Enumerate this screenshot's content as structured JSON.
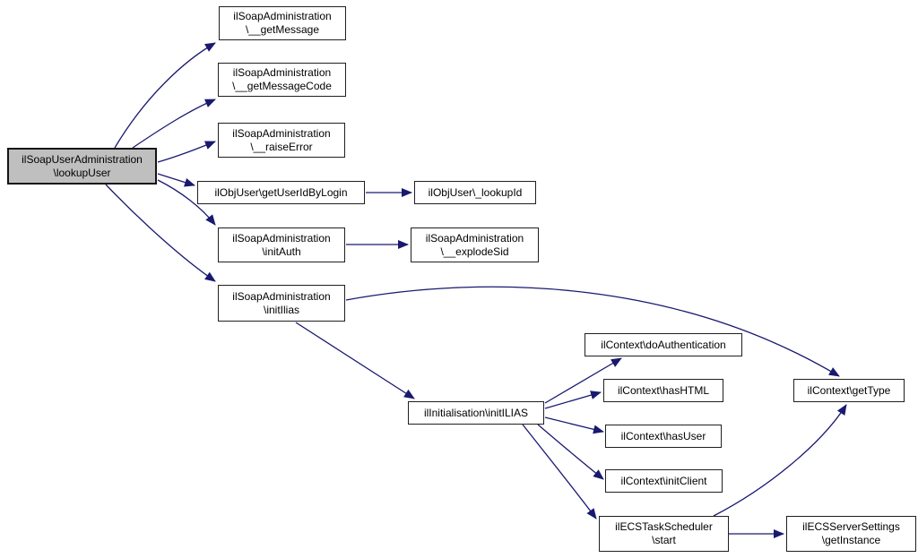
{
  "diagram": {
    "type": "call-graph",
    "edge_color": "#191970",
    "node_fill": "#ffffff",
    "node_border_color": "#1f1f1f",
    "highlight_node_fill": "#bfbfbf",
    "nodes": {
      "lookupUser": {
        "line1": "ilSoapUserAdministration",
        "line2": "\\lookupUser"
      },
      "getMessage": {
        "line1": "ilSoapAdministration",
        "line2": "\\__getMessage"
      },
      "getMessageCode": {
        "line1": "ilSoapAdministration",
        "line2": "\\__getMessageCode"
      },
      "raiseError": {
        "line1": "ilSoapAdministration",
        "line2": "\\__raiseError"
      },
      "getUserIdByLogin": {
        "line1": "ilObjUser\\getUserIdByLogin"
      },
      "lookupId": {
        "line1": "ilObjUser\\_lookupId"
      },
      "initAuth": {
        "line1": "ilSoapAdministration",
        "line2": "\\initAuth"
      },
      "explodeSid": {
        "line1": "ilSoapAdministration",
        "line2": "\\__explodeSid"
      },
      "initIlias": {
        "line1": "ilSoapAdministration",
        "line2": "\\initIlias"
      },
      "initILIAS": {
        "line1": "ilInitialisation\\initILIAS"
      },
      "doAuthentication": {
        "line1": "ilContext\\doAuthentication"
      },
      "hasHTML": {
        "line1": "ilContext\\hasHTML"
      },
      "hasUser": {
        "line1": "ilContext\\hasUser"
      },
      "initClient": {
        "line1": "ilContext\\initClient"
      },
      "start": {
        "line1": "ilECSTaskScheduler",
        "line2": "\\start"
      },
      "getInstance": {
        "line1": "ilECSServerSettings",
        "line2": "\\getInstance"
      },
      "getType": {
        "line1": "ilContext\\getType"
      }
    },
    "edges": [
      {
        "from": "lookupUser",
        "to": "getMessage"
      },
      {
        "from": "lookupUser",
        "to": "getMessageCode"
      },
      {
        "from": "lookupUser",
        "to": "raiseError"
      },
      {
        "from": "lookupUser",
        "to": "getUserIdByLogin"
      },
      {
        "from": "lookupUser",
        "to": "initAuth"
      },
      {
        "from": "lookupUser",
        "to": "initIlias"
      },
      {
        "from": "getUserIdByLogin",
        "to": "lookupId"
      },
      {
        "from": "initAuth",
        "to": "explodeSid"
      },
      {
        "from": "initIlias",
        "to": "initILIAS"
      },
      {
        "from": "initIlias",
        "to": "getType"
      },
      {
        "from": "initILIAS",
        "to": "doAuthentication"
      },
      {
        "from": "initILIAS",
        "to": "hasHTML"
      },
      {
        "from": "initILIAS",
        "to": "hasUser"
      },
      {
        "from": "initILIAS",
        "to": "initClient"
      },
      {
        "from": "initILIAS",
        "to": "start"
      },
      {
        "from": "start",
        "to": "getInstance"
      },
      {
        "from": "start",
        "to": "getType"
      }
    ]
  }
}
